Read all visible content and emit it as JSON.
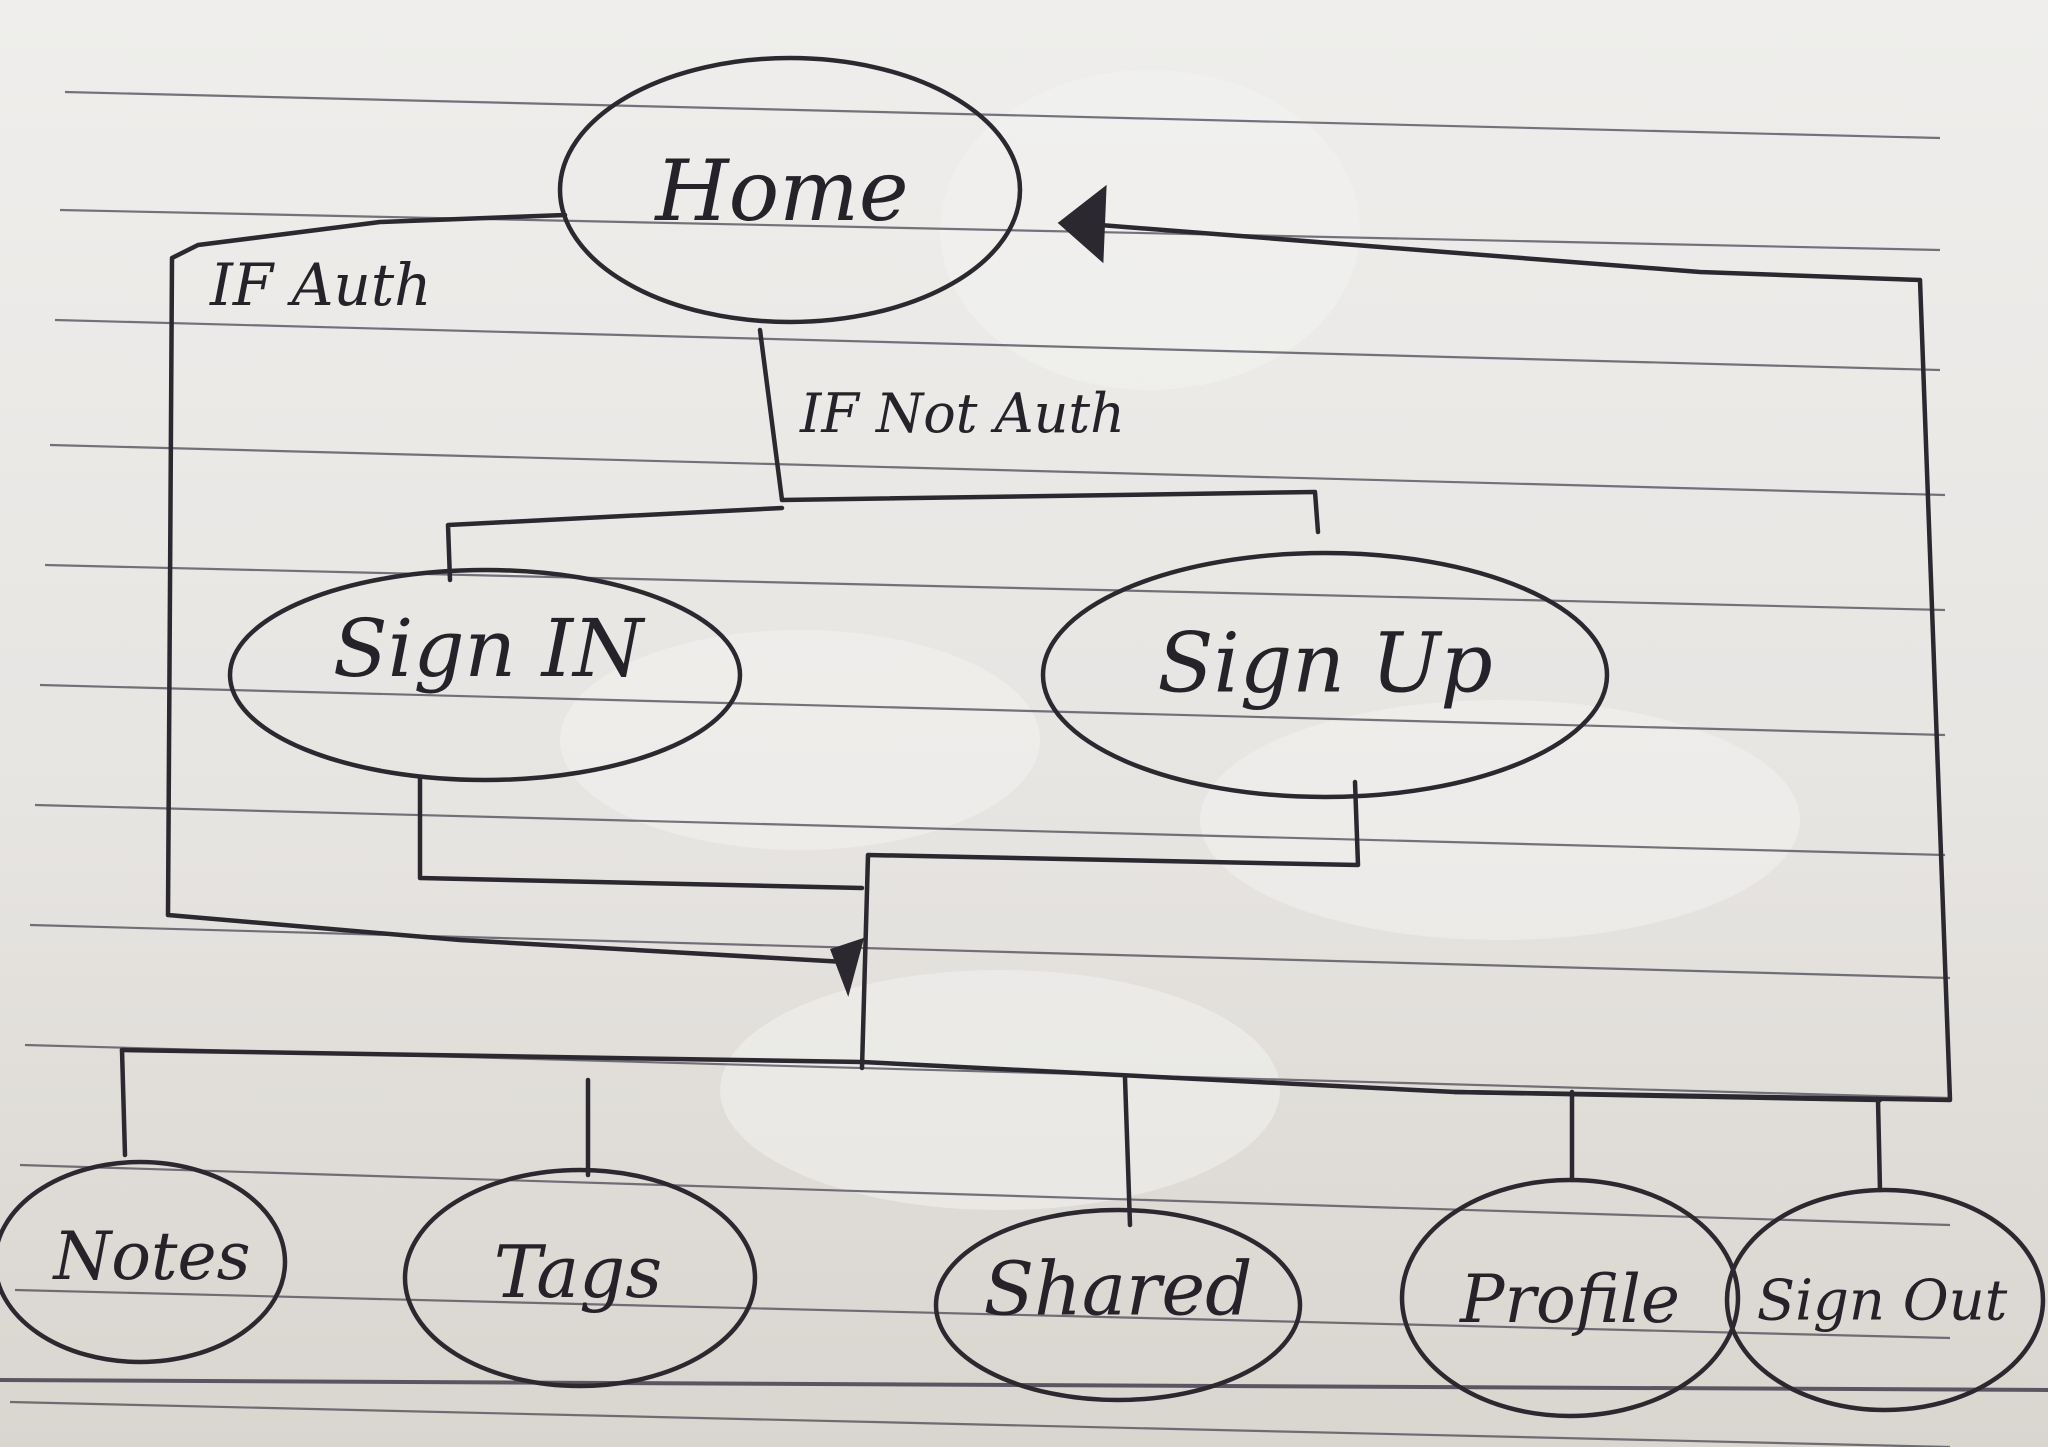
{
  "diagram": {
    "nodes": {
      "home": "Home",
      "sign_in": "Sign IN",
      "sign_up": "Sign Up",
      "notes": "Notes",
      "tags": "Tags",
      "shared": "Shared",
      "profile": "Profile",
      "sign_out": "Sign Out"
    },
    "edges": {
      "if_auth": "IF Auth",
      "if_not_auth": "IF Not Auth"
    }
  }
}
